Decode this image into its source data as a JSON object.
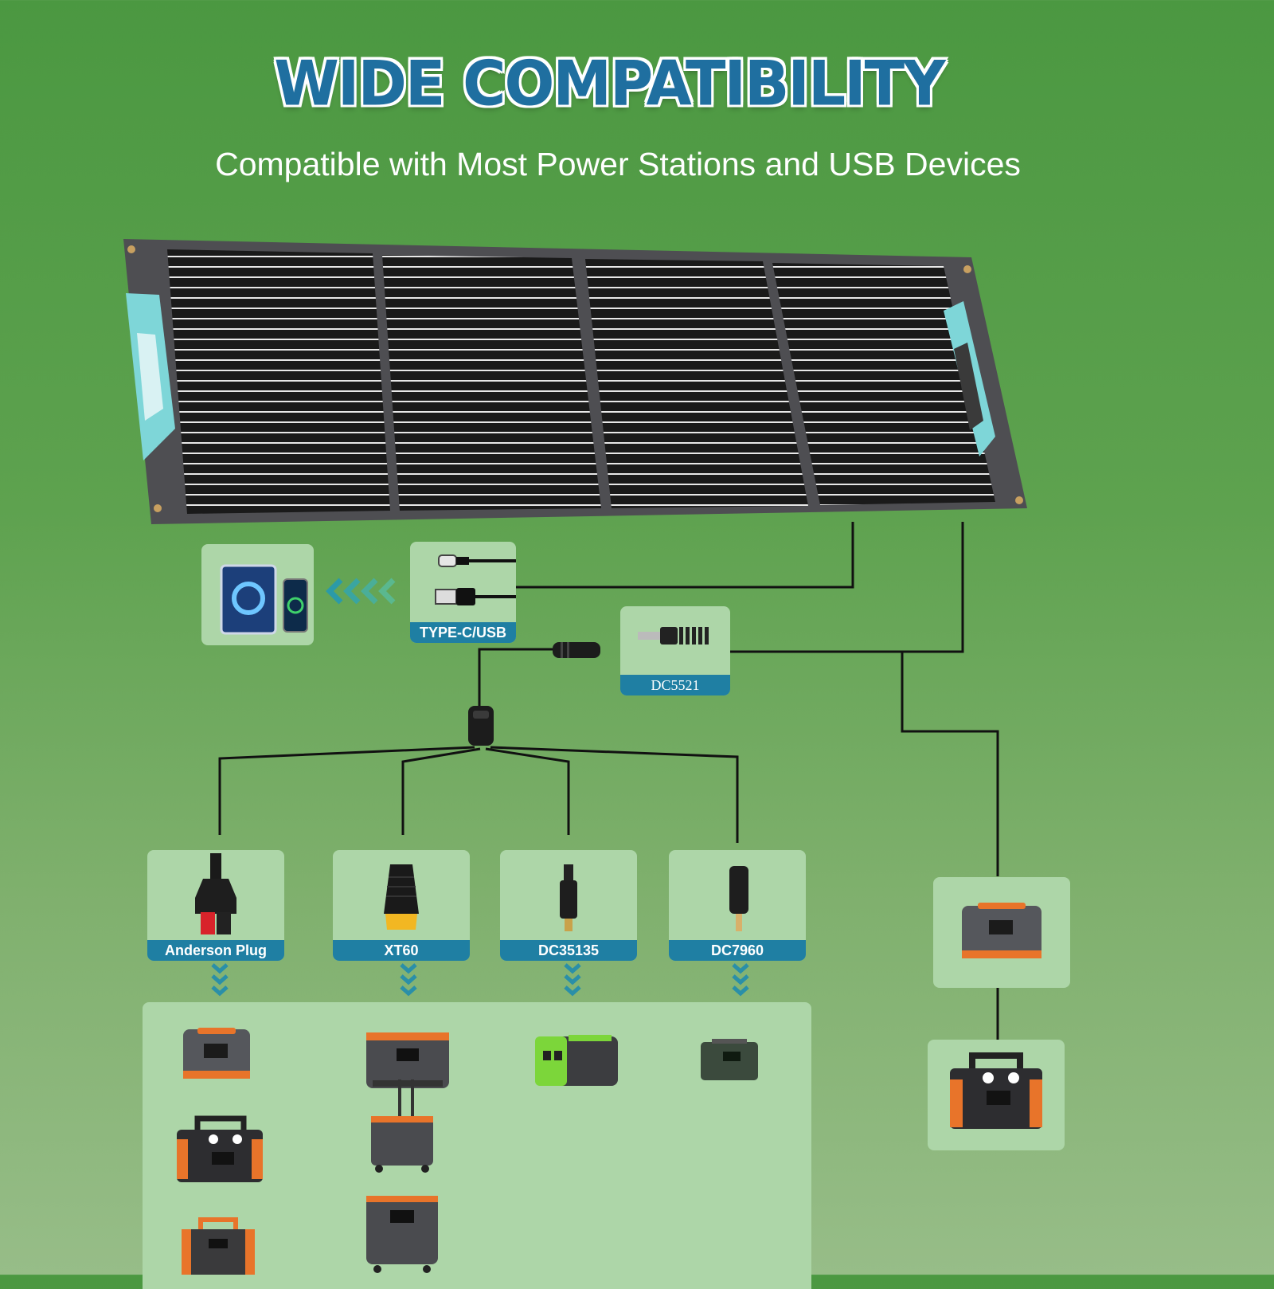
{
  "header": {
    "title": "WIDE COMPATIBILITY",
    "subtitle": "Compatible with Most Power Stations and USB Devices"
  },
  "connectors": {
    "usb_label": "TYPE-C/USB",
    "dc5521_label": "DC5521",
    "anderson_label": "Anderson Plug",
    "xt60_label": "XT60",
    "dc35135_label": "DC35135",
    "dc7960_label": "DC7960"
  },
  "colors": {
    "background_top": "#4b9841",
    "background_bottom": "#97bd88",
    "box": "#add6a8",
    "label_bar": "#1f7fa3",
    "handle": "#7ed6d8",
    "accent_orange": "#e8742a"
  },
  "icons": [
    "solar-panel",
    "tablet",
    "phone",
    "usb-cable",
    "dc-plug",
    "y-splitter",
    "anderson-plug",
    "xt60-plug",
    "dc35135-plug",
    "dc7960-plug",
    "power-station",
    "chevron-left",
    "chevron-down"
  ]
}
